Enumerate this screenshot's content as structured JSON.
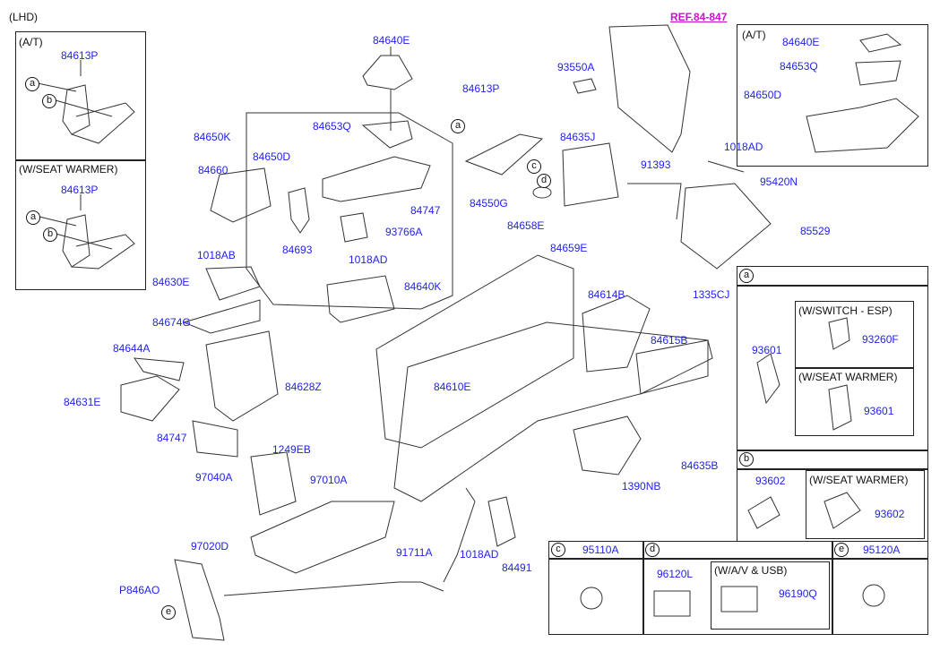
{
  "header": {
    "lhd": "(LHD)",
    "ref": "REF.84-847"
  },
  "inset_left": {
    "at_title": "(A/T)",
    "at_part": "84613P",
    "warmer_title": "(W/SEAT WARMER)",
    "warmer_part": "84613P",
    "a": "a",
    "b": "b"
  },
  "inset_right": {
    "title": "(A/T)",
    "p1": "84640E",
    "p2": "84653Q",
    "p3": "84650D"
  },
  "parts": {
    "p84640E": "84640E",
    "p84613P": "84613P",
    "p93550A": "93550A",
    "p84650K": "84650K",
    "p84653Q": "84653Q",
    "p84650D": "84650D",
    "p84660": "84660",
    "p84747a": "84747",
    "p93766A": "93766A",
    "p84693": "84693",
    "p1018AB": "1018AB",
    "p1018AD_a": "1018AD",
    "p84630E": "84630E",
    "p84640K": "84640K",
    "p84635J": "84635J",
    "p91393": "91393",
    "p1018AD_b": "1018AD",
    "p95420N": "95420N",
    "p84550G": "84550G",
    "p84658E": "84658E",
    "p84659E": "84659E",
    "p85529": "85529",
    "p1335CJ": "1335CJ",
    "p84674G": "84674G",
    "p84644A": "84644A",
    "p84631E": "84631E",
    "p84628Z": "84628Z",
    "p84747b": "84747",
    "p1249EB": "1249EB",
    "p97040A": "97040A",
    "p97010A": "97010A",
    "p97020D": "97020D",
    "pP846AO": "P846AO",
    "p84614B": "84614B",
    "p84615B": "84615B",
    "p84610E": "84610E",
    "p84635B": "84635B",
    "p1390NB": "1390NB",
    "p91711A": "91711A",
    "p1018AD_c": "1018AD",
    "p84491": "84491"
  },
  "callouts": {
    "a": "a",
    "b": "b",
    "c": "c",
    "d": "d",
    "e": "e"
  },
  "panel_a": {
    "tag": "a",
    "part": "93601",
    "esp_title": "(W/SWITCH - ESP)",
    "esp_part": "93260F",
    "warmer_title": "(W/SEAT WARMER)",
    "warmer_part": "93601"
  },
  "panel_b": {
    "tag": "b",
    "part": "93602",
    "warmer_title": "(W/SEAT WARMER)",
    "warmer_part": "93602"
  },
  "panel_c": {
    "tag": "c",
    "part": "95110A"
  },
  "panel_d": {
    "tag": "d",
    "part": "96120L",
    "av_title": "(W/A/V & USB)",
    "av_part": "96190Q"
  },
  "panel_e": {
    "tag": "e",
    "part": "95120A"
  },
  "colors": {
    "part_label": "#2222ee",
    "ref_link": "#cc11cc"
  }
}
